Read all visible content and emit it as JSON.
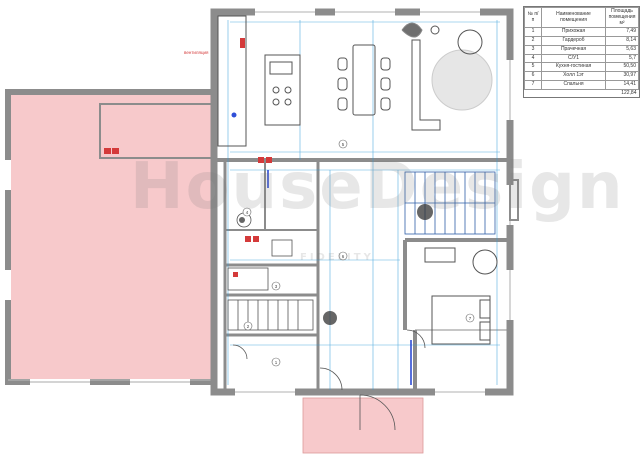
{
  "legend": {
    "headers": [
      "№ п/п",
      "Наименование помещения",
      "Площадь помещения м²"
    ],
    "rows": [
      {
        "num": "1",
        "name": "Прихожая",
        "area": "7,49"
      },
      {
        "num": "2",
        "name": "Гардероб",
        "area": "8,14"
      },
      {
        "num": "3",
        "name": "Прачечная",
        "area": "5,63"
      },
      {
        "num": "4",
        "name": "С/У1",
        "area": "5,7"
      },
      {
        "num": "5",
        "name": "Кухня-гостиная",
        "area": "50,50"
      },
      {
        "num": "6",
        "name": "Холл 1эт",
        "area": "30,97"
      },
      {
        "num": "7",
        "name": "Спальня",
        "area": "14,41"
      }
    ],
    "total": "122,84"
  },
  "plan": {
    "note_left_top": "вентиляция",
    "room_numbers": [
      "5",
      "6",
      "4",
      "3",
      "2",
      "1",
      "7"
    ],
    "watermark": "HouseDesign",
    "watermark_sub": "FIDELITY"
  },
  "colors": {
    "wall": "#8c8c8c",
    "annex": "#f7c9cb",
    "blue": "#2f9bd8",
    "red": "#d43a3a",
    "furniture": "#555555"
  }
}
